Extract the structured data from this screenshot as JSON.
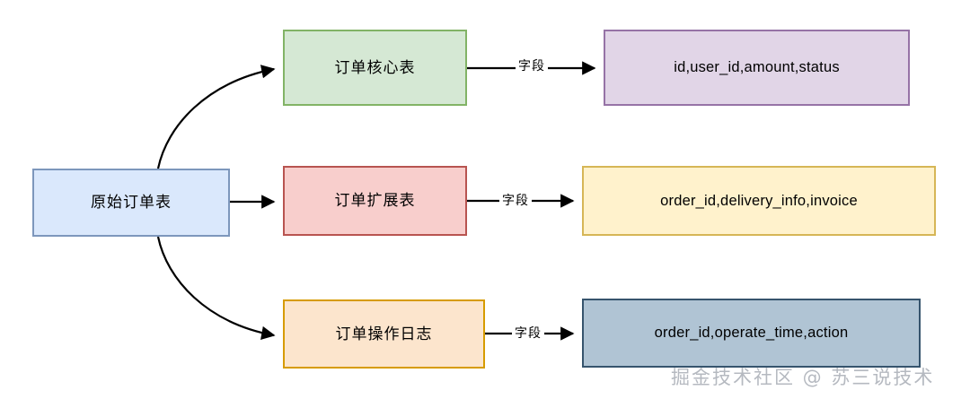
{
  "diagram": {
    "type": "flowchart",
    "direction": "left-to-right",
    "nodes": {
      "source": {
        "label": "原始订单表"
      },
      "core": {
        "label": "订单核心表"
      },
      "ext": {
        "label": "订单扩展表"
      },
      "log": {
        "label": "订单操作日志"
      },
      "core_fields": {
        "label": "id,user_id,amount,status"
      },
      "ext_fields": {
        "label": "order_id,delivery_info,invoice"
      },
      "log_fields": {
        "label": "order_id,operate_time,action"
      }
    },
    "edge_labels": {
      "core_fields": "字段",
      "ext_fields": "字段",
      "log_fields": "字段"
    },
    "colors": {
      "source_fill": "#dae8fc",
      "source_stroke": "#7d97bc",
      "core_fill": "#d5e8d4",
      "core_stroke": "#82b366",
      "ext_fill": "#f8cecc",
      "ext_stroke": "#b85450",
      "log_fill": "#fce5cd",
      "log_stroke": "#d79b00",
      "core_fields_fill": "#e1d5e7",
      "core_fields_stroke": "#9673a6",
      "ext_fields_fill": "#fff2cc",
      "ext_fields_stroke": "#d6b656",
      "log_fields_fill": "#b0c4d4",
      "log_fields_stroke": "#36546d",
      "edge_stroke": "#000000"
    }
  },
  "watermark": {
    "text": "掘金技术社区 @ 苏三说技术"
  }
}
